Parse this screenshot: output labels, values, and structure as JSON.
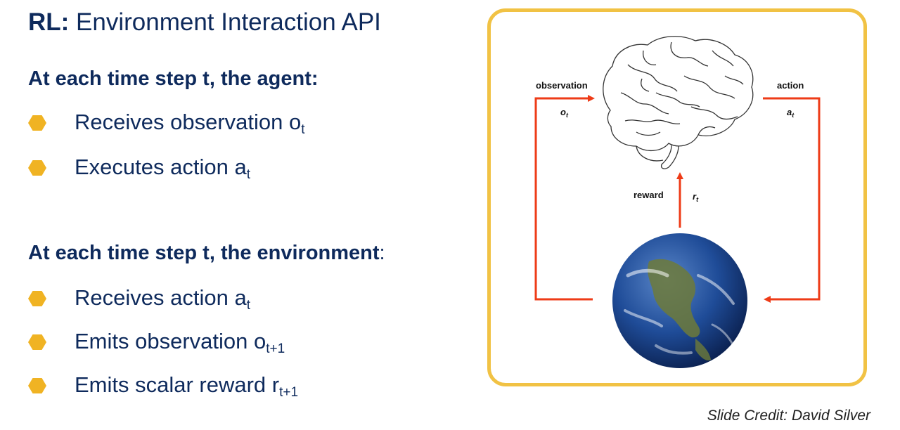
{
  "slide": {
    "title_bold": "RL:",
    "title_rest": "Environment Interaction API",
    "agent_heading": "At each time step t, the agent:",
    "agent_items": [
      {
        "text": "Receives observation o",
        "sub": "t"
      },
      {
        "text": "Executes action a",
        "sub": "t"
      }
    ],
    "env_heading": "At each time step t, the environment",
    "env_heading_tail": ":",
    "env_items": [
      {
        "text": "Receives action a",
        "sub": "t"
      },
      {
        "text": "Emits observation o",
        "sub": "t+1"
      },
      {
        "text": "Emits scalar reward r",
        "sub": "t+1"
      }
    ],
    "credit": "Slide Credit: David Silver"
  },
  "diagram": {
    "observation_label": "observation",
    "observation_symbol": "o",
    "observation_sub": "t",
    "action_label": "action",
    "action_symbol": "a",
    "action_sub": "t",
    "reward_label": "reward",
    "reward_symbol": "r",
    "reward_sub": "t"
  },
  "colors": {
    "text": "#0e2a5c",
    "bullet": "#f0b323",
    "frame": "#f1c244",
    "arrow": "#ee3b17"
  }
}
